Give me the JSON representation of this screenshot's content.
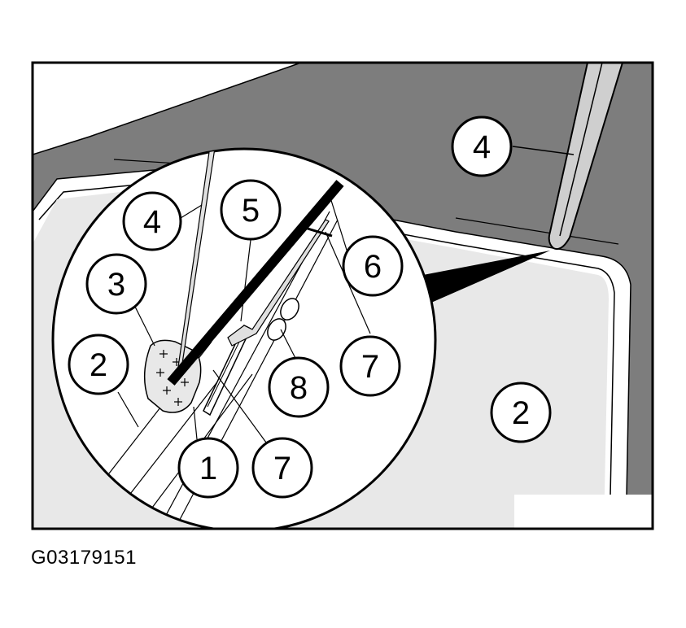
{
  "figure_id": "G03179151",
  "callouts": {
    "c4_outer": "4",
    "c2_outer": "2",
    "c4_inner": "4",
    "c5": "5",
    "c6": "6",
    "c3": "3",
    "c7_upper": "7",
    "c2_inner": "2",
    "c8": "8",
    "c1": "1",
    "c7_lower": "7"
  },
  "colors": {
    "trim_panel": "#7d7d7d",
    "door_panel": "#e8e8e8",
    "frame": "#000000",
    "background": "#ffffff"
  }
}
